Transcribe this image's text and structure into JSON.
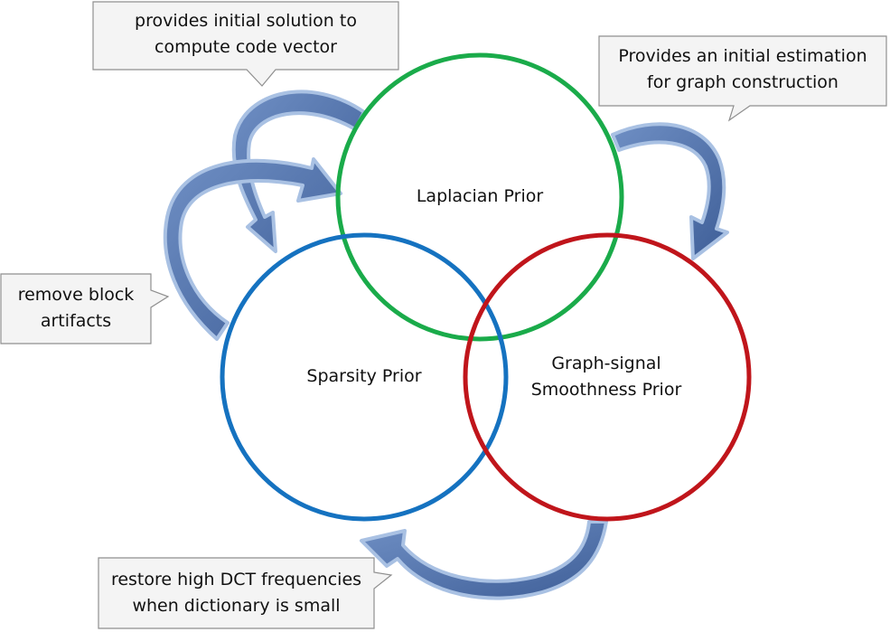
{
  "colors": {
    "laplacian_circle": "#1aab4a",
    "sparsity_circle": "#1572c0",
    "smoothness_circle": "#c0151b",
    "arrow_fill": "#4c6ea8",
    "arrow_edge": "#a9c1e3",
    "callout_fill": "#f4f4f4",
    "callout_border": "#8f8f8f"
  },
  "circles": {
    "laplacian": {
      "label": "Laplacian Prior"
    },
    "sparsity": {
      "label": "Sparsity Prior"
    },
    "smoothness": {
      "line1": "Graph-signal",
      "line2": "Smoothness Prior"
    }
  },
  "callouts": {
    "code_vector": {
      "line1": "provides initial solution to",
      "line2": "compute code vector"
    },
    "graph_estimation": {
      "line1": "Provides an initial estimation",
      "line2": "for graph construction"
    },
    "block_artifacts": {
      "line1": "remove block",
      "line2": "artifacts"
    },
    "dct_frequencies": {
      "line1": "restore high DCT frequencies",
      "line2": "when dictionary is small"
    }
  },
  "icons": {
    "arrows": [
      "curved-arrow-icon",
      "curved-arrow-icon",
      "curved-arrow-icon",
      "curved-arrow-icon"
    ]
  }
}
